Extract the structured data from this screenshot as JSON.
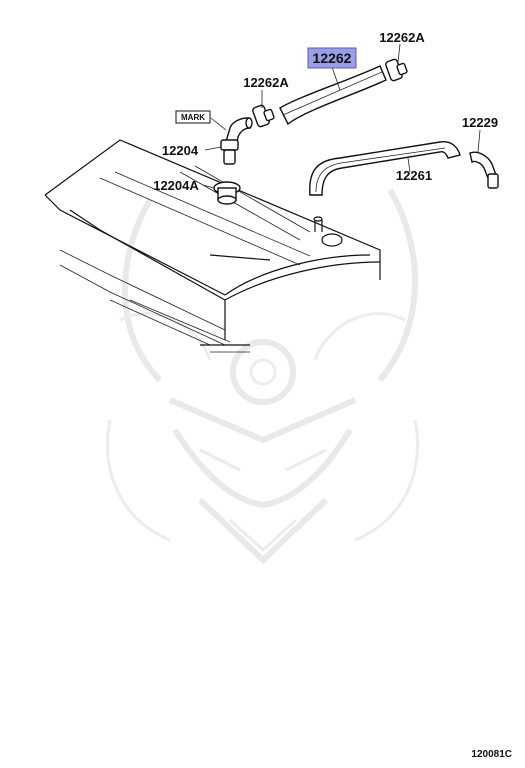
{
  "diagram": {
    "part_labels": {
      "hose_highlighted": "12262",
      "clamp_upper_right": "12262A",
      "clamp_left": "12262A",
      "mark_tag": "MARK",
      "pcv_valve": "12204",
      "grommet": "12204A",
      "hose_lower": "12261",
      "union": "12229"
    },
    "highlight_color": "#9a9ee6",
    "reference_code": "120081C"
  }
}
